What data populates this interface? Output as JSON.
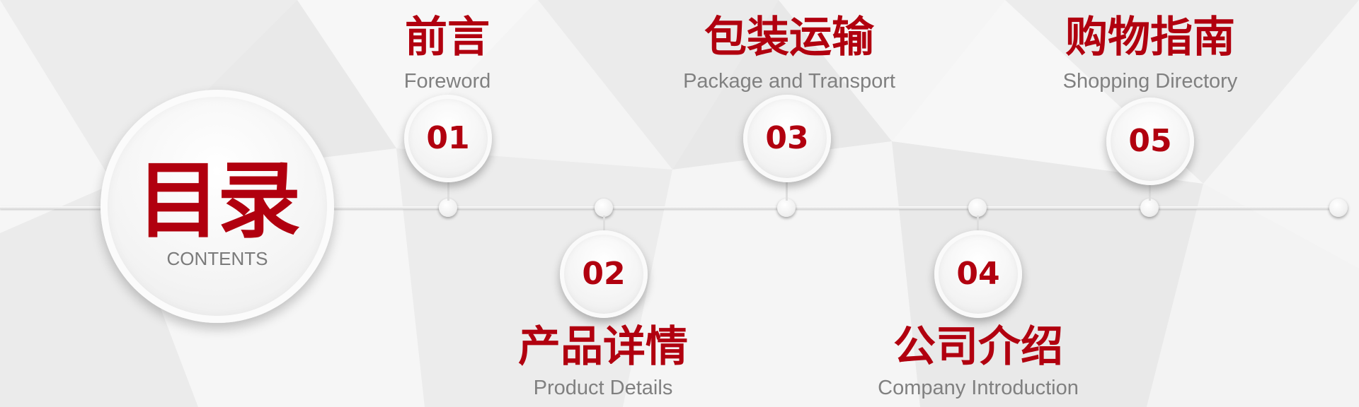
{
  "title": {
    "zh": "目录",
    "en": "CONTENTS"
  },
  "items": [
    {
      "num": "01",
      "zh": "前言",
      "en": "Foreword"
    },
    {
      "num": "02",
      "zh": "产品详情",
      "en": "Product Details"
    },
    {
      "num": "03",
      "zh": "包装运输",
      "en": "Package and Transport"
    },
    {
      "num": "04",
      "zh": "公司介绍",
      "en": "Company Introduction"
    },
    {
      "num": "05",
      "zh": "购物指南",
      "en": "Shopping Directory"
    }
  ],
  "colors": {
    "accent": "#b1000f",
    "subtext": "#808080",
    "background": "#f2f2f2"
  }
}
